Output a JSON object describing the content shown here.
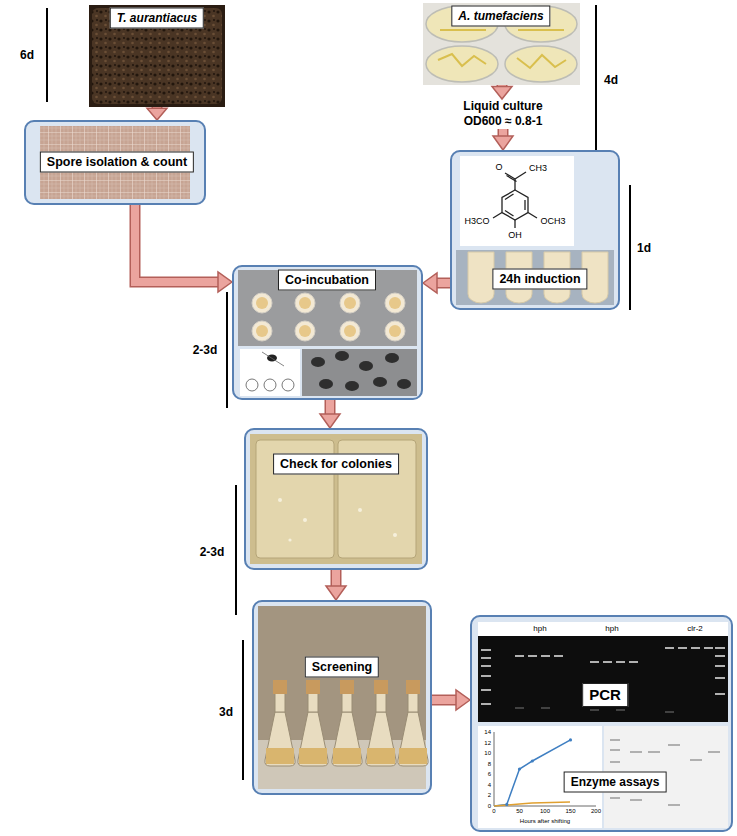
{
  "diagram": {
    "nodes": [
      {
        "text": [
          "T. aurantiacus"
        ]
      },
      {
        "text": [
          "A. tumefaciens"
        ]
      },
      {
        "text": [
          "Spore isolation & count"
        ]
      },
      {
        "text": [
          "Liquid culture OD600 ≈ 0.8-1"
        ]
      },
      {
        "text": [
          "24h induction"
        ]
      },
      {
        "text": [
          "Co-incubation"
        ]
      },
      {
        "text": [
          "Check for colonies"
        ]
      },
      {
        "text": [
          "Screening"
        ]
      },
      {
        "text": []
      },
      {
        "text": [
          "PCR"
        ],
        "in": 8
      },
      {
        "text": [
          "Enzyme assays"
        ],
        "in": 8
      }
    ],
    "edges": [
      {
        "from": 0,
        "to": 2,
        "arrow": "to"
      },
      {
        "from": 1,
        "to": 3,
        "arrow": "to"
      },
      {
        "from": 3,
        "to": 4,
        "arrow": "to"
      },
      {
        "from": 2,
        "to": 5,
        "arrow": "to"
      },
      {
        "from": 4,
        "to": 5,
        "arrow": "to"
      },
      {
        "from": 5,
        "to": 6,
        "arrow": "to"
      },
      {
        "from": 6,
        "to": 7,
        "arrow": "to"
      },
      {
        "from": 7,
        "to": 8,
        "arrow": "to"
      }
    ],
    "labels": [
      "6d",
      "4d",
      "1d",
      "2-3d",
      "2-3d",
      "3d",
      "O",
      "CH3",
      "H3CO",
      "OCH3",
      "OH",
      "hph",
      "hph",
      "clr-2",
      "0",
      "50",
      "100",
      "150",
      "200",
      "Hours after shifting",
      "0",
      "2",
      "4",
      "6",
      "8",
      "10",
      "12",
      "14"
    ]
  }
}
